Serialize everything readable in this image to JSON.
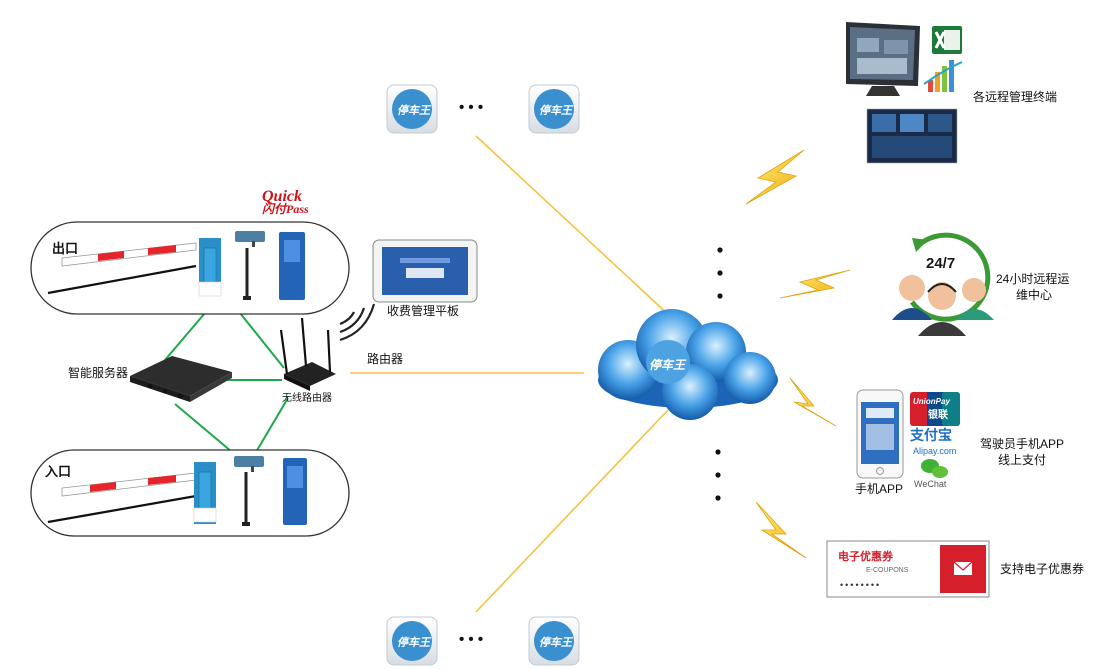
{
  "app_badge_text": "停车王",
  "ellipsis": "• • •",
  "quick_pass": {
    "line1": "Quick",
    "line2": "闪付Pass"
  },
  "lanes": {
    "exit_label": "出口",
    "entry_label": "入口"
  },
  "nodes": {
    "smart_server": "智能服务器",
    "wireless_router": "无线路由器",
    "router": "路由器",
    "tablet": "收费管理平板",
    "remote_terminals": "各远程管理终端",
    "remote_center_line1": "24小时远程运",
    "remote_center_line2": "维中心",
    "badge_247": "24/7",
    "mobile_app": "手机APP",
    "driver_pay_line1": "驾驶员手机APP",
    "driver_pay_line2": "线上支付",
    "ecoupon": "支持电子优惠券"
  },
  "payment_logos": {
    "unionpay_line1": "UnionPay",
    "unionpay_line2": "银联",
    "alipay_cn": "支付宝",
    "alipay_en": "Alipay.com",
    "wechat": "WeChat"
  },
  "coupon_card": {
    "title": "电子优惠券",
    "subtitle": "E-COUPONS",
    "dots": "••••••••"
  },
  "colors": {
    "link_orange": "#f5c242",
    "link_green": "#1ea84a",
    "cloud_blue": "#1f6fc4",
    "lightning": "#f7c92c",
    "barrier_red": "#e4262b"
  }
}
